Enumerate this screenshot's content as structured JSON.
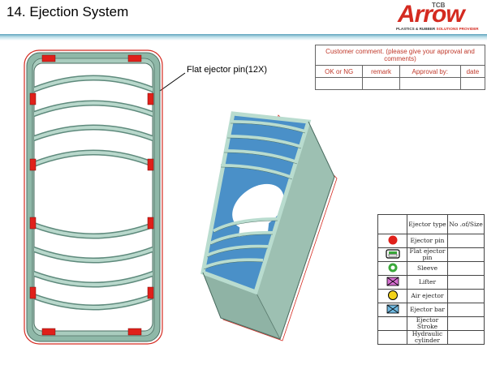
{
  "header": {
    "title": "14.  Ejection System",
    "logo_tcb": "TCB",
    "logo_brand": "Arrow",
    "logo_tagline_main": "PLASTICS & RUBBER",
    "logo_tagline_accent": "SOLUTIONS PROVIDER"
  },
  "callout": {
    "label": "Flat ejector pin(12X)"
  },
  "comment_box": {
    "heading": "Customer comment. (please give your approval and comments)",
    "columns": [
      "OK or NG",
      "remark",
      "Approval by:",
      "date"
    ]
  },
  "legend": {
    "headers": {
      "type": "Ejector type",
      "count": "No .of/Size"
    },
    "rows": [
      {
        "icon": "red-dot-icon",
        "type": "Ejector pin"
      },
      {
        "icon": "flat-ejector-pin-icon",
        "type": "Flat ejector pin"
      },
      {
        "icon": "sleeve-icon",
        "type": "Sleeve"
      },
      {
        "icon": "lifter-icon",
        "type": "Lifter"
      },
      {
        "icon": "air-ejector-icon",
        "type": "Air ejector"
      },
      {
        "icon": "ejector-bar-icon",
        "type": "Ejector bar"
      },
      {
        "icon": "",
        "type": "Ejector Stroke"
      },
      {
        "icon": "",
        "type": "Hydraulic cylinder"
      }
    ]
  },
  "colors": {
    "accent_red": "#d42a20",
    "part_green": "#8fb8a8",
    "part_blue": "#4a90c8"
  }
}
